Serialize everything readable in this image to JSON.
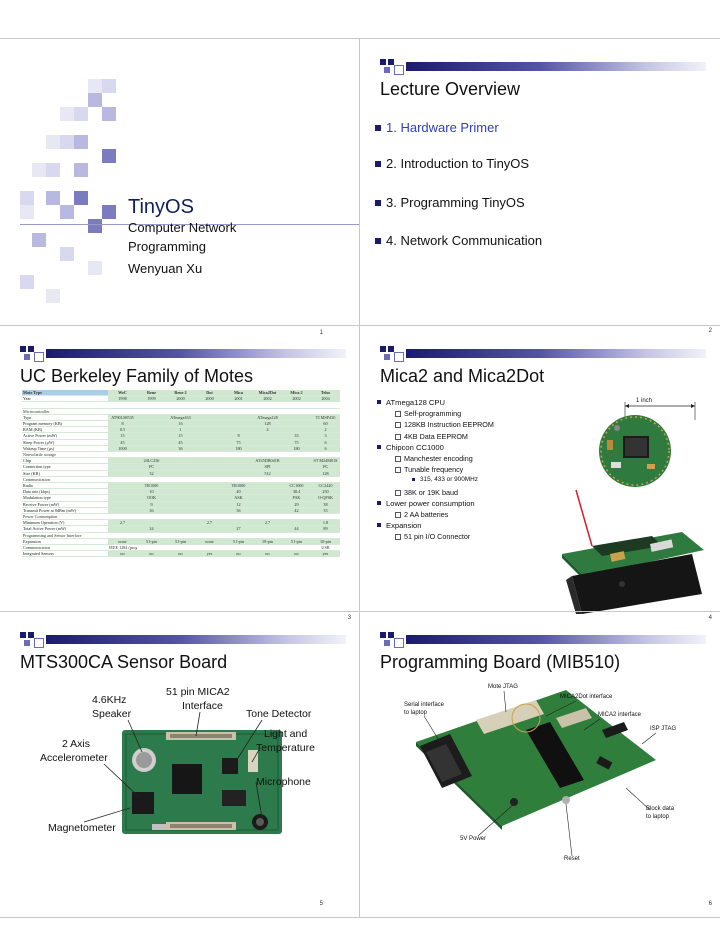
{
  "slide1": {
    "title": "TinyOS",
    "subtitle_line1": "Computer Network",
    "subtitle_line2": "Programming",
    "author": "Wenyuan Xu",
    "page": "1"
  },
  "slide2": {
    "title": "Lecture Overview",
    "items": [
      "1. Hardware Primer",
      "2. Introduction to TinyOS",
      "3. Programming TinyOS",
      "4. Network Communication"
    ],
    "page": "2"
  },
  "slide3": {
    "title": "UC Berkeley Family of Motes",
    "table": {
      "header": [
        "Mote Type",
        "WeC",
        "Rene",
        "Rene 2",
        "Dot",
        "Mica",
        "Mica2Dot",
        "Mica 2",
        "Telos"
      ],
      "rows": [
        [
          "Year",
          "1998",
          "1999",
          "2000",
          "2000",
          "2001",
          "2002",
          "2002",
          "2004"
        ],
        [
          "",
          "",
          "",
          "",
          "",
          "",
          "",
          "",
          ""
        ],
        [
          "Microcontroller",
          "",
          "",
          "",
          "",
          "",
          "",
          "",
          ""
        ],
        [
          "Type",
          "AT90LS8535",
          "",
          "ATmega163",
          "",
          "",
          "ATmega128",
          "",
          "TI MSP430"
        ],
        [
          "Program memory (KB)",
          "8",
          "",
          "16",
          "",
          "",
          "128",
          "",
          "60"
        ],
        [
          "RAM (KB)",
          "0.5",
          "",
          "1",
          "",
          "",
          "4",
          "",
          "2"
        ],
        [
          "Active Power (mW)",
          "15",
          "",
          "15",
          "",
          "8",
          "",
          "33",
          "3"
        ],
        [
          "Sleep Power (µW)",
          "45",
          "",
          "45",
          "",
          "75",
          "",
          "75",
          "6"
        ],
        [
          "Wakeup Time (µs)",
          "1000",
          "",
          "36",
          "",
          "180",
          "",
          "180",
          "6"
        ],
        [
          "Nonvolatile storage",
          "",
          "",
          "",
          "",
          "",
          "",
          "",
          ""
        ],
        [
          "Chip",
          "",
          "24LC256",
          "",
          "",
          "",
          "AT45DB041B",
          "",
          "ST M24M01S"
        ],
        [
          "Connection type",
          "",
          "I²C",
          "",
          "",
          "",
          "SPI",
          "",
          "I²C"
        ],
        [
          "Size (KB)",
          "",
          "32",
          "",
          "",
          "",
          "512",
          "",
          "128"
        ],
        [
          "Communication",
          "",
          "",
          "",
          "",
          "",
          "",
          "",
          ""
        ],
        [
          "Radio",
          "",
          "TR1000",
          "",
          "",
          "TR1000",
          "",
          "CC1000",
          "CC2420"
        ],
        [
          "Data rate (kbps)",
          "",
          "10",
          "",
          "",
          "40",
          "",
          "38.4",
          "250"
        ],
        [
          "Modulation type",
          "",
          "OOK",
          "",
          "",
          "ASK",
          "",
          "FSK",
          "O-QPSK"
        ],
        [
          "Receive Power (mW)",
          "",
          "9",
          "",
          "",
          "12",
          "",
          "29",
          "38"
        ],
        [
          "Transmit Power at 0dBm (mW)",
          "",
          "36",
          "",
          "",
          "36",
          "",
          "42",
          "35"
        ],
        [
          "Power Consumption",
          "",
          "",
          "",
          "",
          "",
          "",
          "",
          ""
        ],
        [
          "Minimum Operation (V)",
          "2.7",
          "",
          "",
          "2.7",
          "",
          "2.7",
          "",
          "1.8"
        ],
        [
          "Total Active Power (mW)",
          "",
          "24",
          "",
          "",
          "27",
          "",
          "44",
          "89"
        ],
        [
          "Programming and Sensor Interface",
          "",
          "",
          "",
          "",
          "",
          "",
          "",
          ""
        ],
        [
          "Expansion",
          "none",
          "51-pin",
          "51-pin",
          "none",
          "51-pin",
          "19-pin",
          "51-pin",
          "10-pin"
        ],
        [
          "Communication",
          "IEEE 1284 (programming) and RS232 (requires additional hardware)",
          "",
          "",
          "",
          "",
          "",
          "",
          "USB"
        ],
        [
          "Integrated Sensors",
          "no",
          "no",
          "no",
          "yes",
          "no",
          "no",
          "no",
          "yes"
        ]
      ]
    },
    "page": "3"
  },
  "slide4": {
    "title": "Mica2 and Mica2Dot",
    "bullets": [
      {
        "level": 1,
        "text": "ATmega128 CPU"
      },
      {
        "level": 2,
        "text": "Self-programming"
      },
      {
        "level": 2,
        "text": "128KB Instruction EEPROM"
      },
      {
        "level": 2,
        "text": "4KB Data EEPROM"
      },
      {
        "level": 1,
        "text": "Chipcon CC1000"
      },
      {
        "level": 2,
        "text": "Manchester encoding"
      },
      {
        "level": 2,
        "text": "Tunable frequency"
      },
      {
        "level": 3,
        "text": "315, 433 or 900MHz"
      },
      {
        "level": 2,
        "text": "38K or 19K baud"
      },
      {
        "level": 1,
        "text": "Lower power consumption"
      },
      {
        "level": 2,
        "text": "2 AA batteries"
      },
      {
        "level": 1,
        "text": "Expansion"
      },
      {
        "level": 2,
        "text": "51 pin I/O Connector"
      }
    ],
    "scale_label": "1 inch",
    "page": "4"
  },
  "slide5": {
    "title": "MTS300CA Sensor Board",
    "labels": {
      "speaker_1": "4.6KHz",
      "speaker_2": "Speaker",
      "interface_1": "51 pin MICA2",
      "interface_2": "Interface",
      "tone": "Tone Detector",
      "light_1": "Light and",
      "light_2": "Temperature",
      "accel_1": "2 Axis",
      "accel_2": "Accelerometer",
      "mic": "Microphone",
      "mag": "Magnetometer"
    },
    "page": "5"
  },
  "slide6": {
    "title": "Programming Board (MIB510)",
    "labels": {
      "jtag": "Mote JTAG",
      "dot": "MICA2Dot interface",
      "serial_1": "Serial interface",
      "serial_2": "to laptop",
      "mica2": "MICA2 interface",
      "isp": "ISP JTAG",
      "block_1": "Block data",
      "block_2": "to laptop",
      "power": "5V Power",
      "reset": "Reset"
    },
    "page": "6"
  }
}
